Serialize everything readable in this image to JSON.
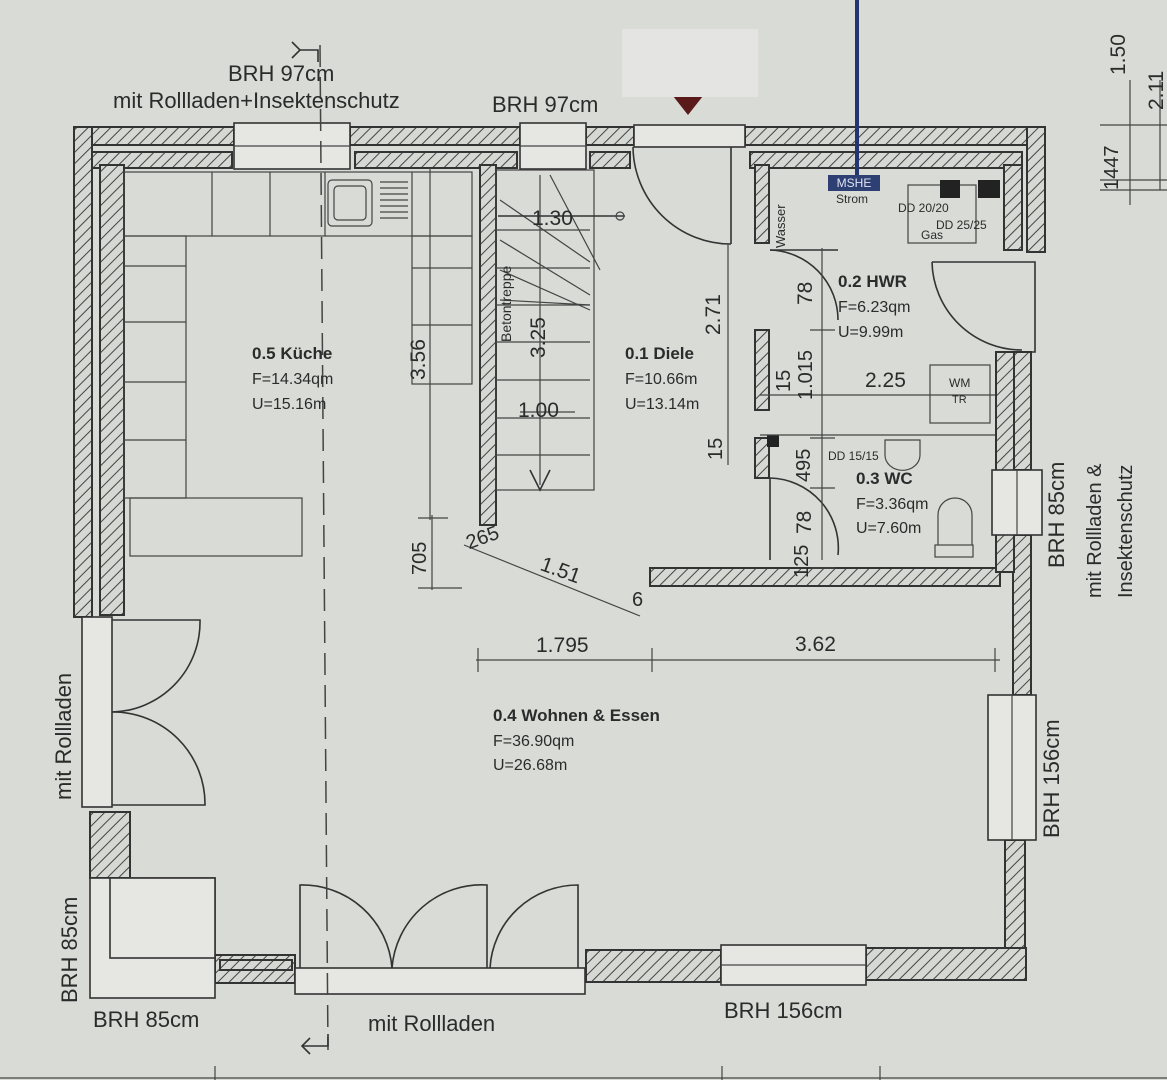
{
  "top_left": {
    "brh": "BRH 97cm",
    "note": "mit Rollladen+Insektenschutz"
  },
  "top_middle": {
    "brh": "BRH 97cm"
  },
  "rooms": {
    "kueche": {
      "name": "0.5 Küche",
      "area": "F=14.34qm",
      "perimeter": "U=15.16m"
    },
    "diele": {
      "name": "0.1 Diele",
      "area": "F=10.66m",
      "perimeter": "U=13.14m"
    },
    "hwr": {
      "name": "0.2 HWR",
      "area": "F=6.23qm",
      "perimeter": "U=9.99m"
    },
    "wc": {
      "name": "0.3 WC",
      "area": "F=3.36qm",
      "perimeter": "U=7.60m"
    },
    "wohnen": {
      "name": "0.4 Wohnen & Essen",
      "area": "F=36.90qm",
      "perimeter": "U=26.68m"
    }
  },
  "fixtures": {
    "wasser": "Wasser",
    "mshe": "MSHE",
    "strom": "Strom",
    "dd1": "DD 20/20",
    "dd2": "DD 25/25",
    "gas": "Gas",
    "dd3": "DD 15/15",
    "wm": "WM",
    "tr": "TR",
    "betontreppe": "Betontreppe"
  },
  "dimensions": {
    "d130": "1.30",
    "d356": "3.56",
    "d325": "3.25",
    "d100": "1.00",
    "d271": "2.71",
    "d78a": "78",
    "d1015": "1.015",
    "d15a": "15",
    "d225": "2.25",
    "d15b": "15",
    "d495": "495",
    "d78b": "78",
    "d125": "125",
    "d705": "705",
    "d265": "265",
    "d151": "1.51",
    "d6": "6",
    "d1795": "1.795",
    "d362": "3.62",
    "r150": "1.50",
    "r211": "2.11",
    "r1447": "1447"
  },
  "right_side": {
    "brh85": "BRH 85cm",
    "rollladen_insekten": "mit Rollladen &",
    "insektenschutz": "Insektenschutz",
    "brh156": "BRH 156cm"
  },
  "left_side": {
    "rollladen": "mit Rollladen",
    "brh85": "BRH 85cm"
  },
  "bottom": {
    "brh85": "BRH 85cm",
    "rollladen": "mit Rollladen",
    "brh156": "BRH 156cm"
  },
  "colors": {
    "paper": "#d9dbd7",
    "ink": "#2b2b2b",
    "pipe": "#23356e"
  }
}
